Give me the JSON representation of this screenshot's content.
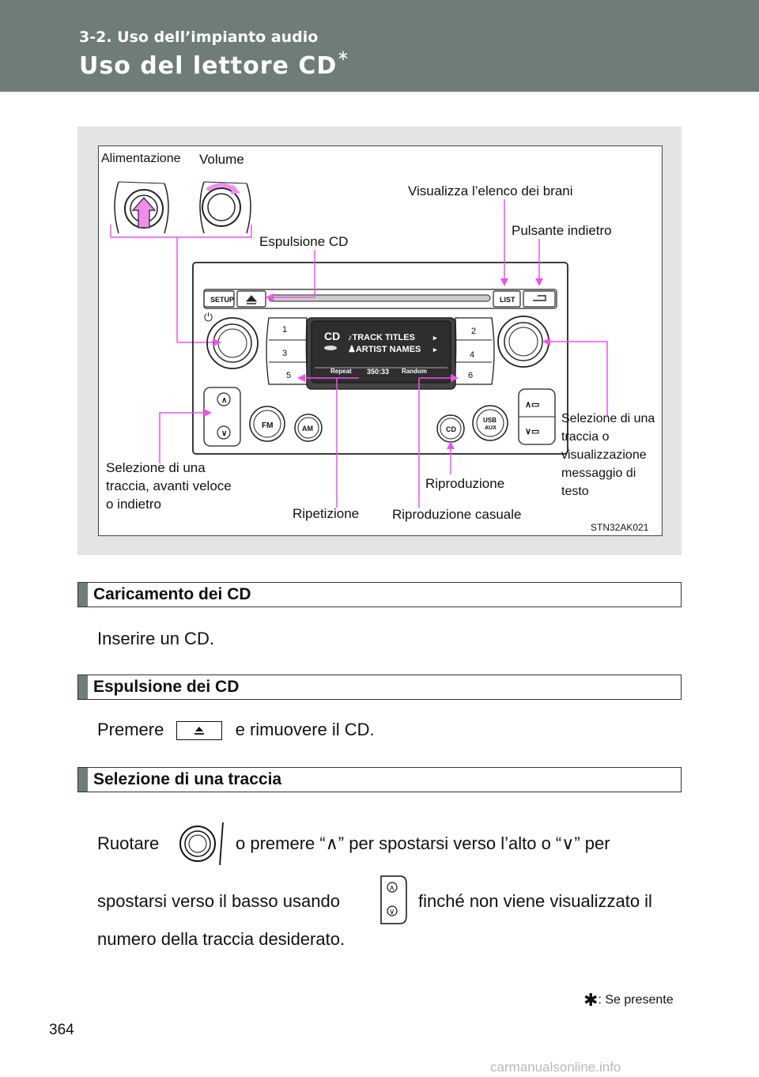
{
  "header": {
    "section_label": "3-2. Uso dell’impianto audio",
    "title": "Uso del lettore CD",
    "title_marker": "∗"
  },
  "figure": {
    "labels": {
      "alimentazione": "Alimentazione",
      "volume": "Volume",
      "visualizza_elenco": "Visualizza l’elenco dei brani",
      "pulsante_indietro": "Pulsante indietro",
      "espulsione_cd": "Espulsione CD",
      "selezione_traccia_lettore": "Selezione di una traccia, avanti veloce o indietro",
      "selezione_messaggio": "Selezione di una traccia o visualizzazione messaggio di testo",
      "riproduzione": "Riproduzione",
      "ripetizione": "Ripetizione",
      "riproduzione_casuale": "Riproduzione casuale"
    },
    "buttons": {
      "setup": "SETUP",
      "list": "LIST",
      "fm": "FM",
      "am": "AM",
      "cd": "CD",
      "usb": "USB",
      "aux": "AUX",
      "presets": [
        "1",
        "2",
        "3",
        "4",
        "5",
        "6"
      ]
    },
    "display": {
      "logo": "CD",
      "track_titles": "♪TRACK TITLES",
      "artist_names": "♟ARTIST NAMES",
      "repeat": "Repeat",
      "time": "350:33",
      "random": "Random"
    },
    "code": "STN32AK021"
  },
  "sections": [
    {
      "title": "Caricamento dei CD",
      "body": "Inserire un CD."
    },
    {
      "title": "Espulsione dei CD",
      "body_before": "Premere",
      "body_after": "e rimuovere il CD."
    },
    {
      "title": "Selezione di una traccia",
      "line1_a": "Ruotare",
      "line1_b": "o  premere  “∧”  per  spostarsi  verso  l’alto  o  “∨”  per",
      "line2_a": "spostarsi verso il basso usando",
      "line2_b": "finché non viene visualizzato il",
      "line3": "numero della traccia desiderato."
    }
  ],
  "footnote": {
    "marker": "✱",
    "text": ": Se presente"
  },
  "page_number": "364",
  "watermark": "carmanualsonline.info"
}
